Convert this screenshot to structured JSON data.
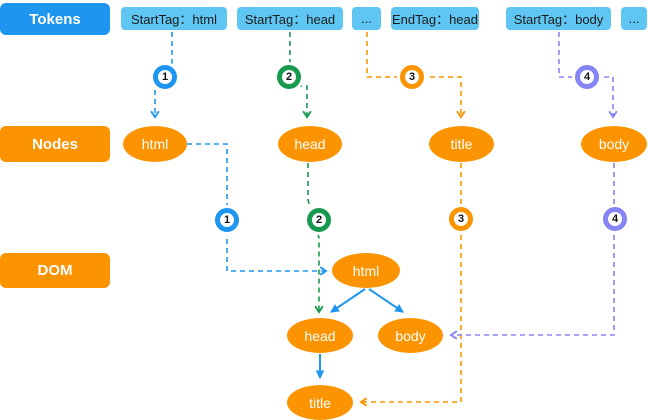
{
  "row_labels": {
    "tokens": "Tokens",
    "nodes": "Nodes",
    "dom": "DOM"
  },
  "tokens": [
    {
      "label": "StartTag：html"
    },
    {
      "label": "StartTag：head"
    },
    {
      "label": "..."
    },
    {
      "label": "EndTag：head"
    },
    {
      "label": "StartTag：body"
    },
    {
      "label": "..."
    }
  ],
  "step_badges": {
    "row1": [
      "1",
      "2",
      "3",
      "4"
    ],
    "row2": [
      "1",
      "2",
      "3",
      "4"
    ]
  },
  "node_labels": [
    "html",
    "head",
    "title",
    "body"
  ],
  "dom_tree": {
    "root": "html",
    "children": [
      "head",
      "body"
    ],
    "grandchild": "title"
  },
  "colors": {
    "accent_blue": "#1E96F0",
    "token_chip_bg": "#5FC6F3",
    "green": "#189A4E",
    "orange": "#FB9400",
    "purple": "#8585F5"
  }
}
